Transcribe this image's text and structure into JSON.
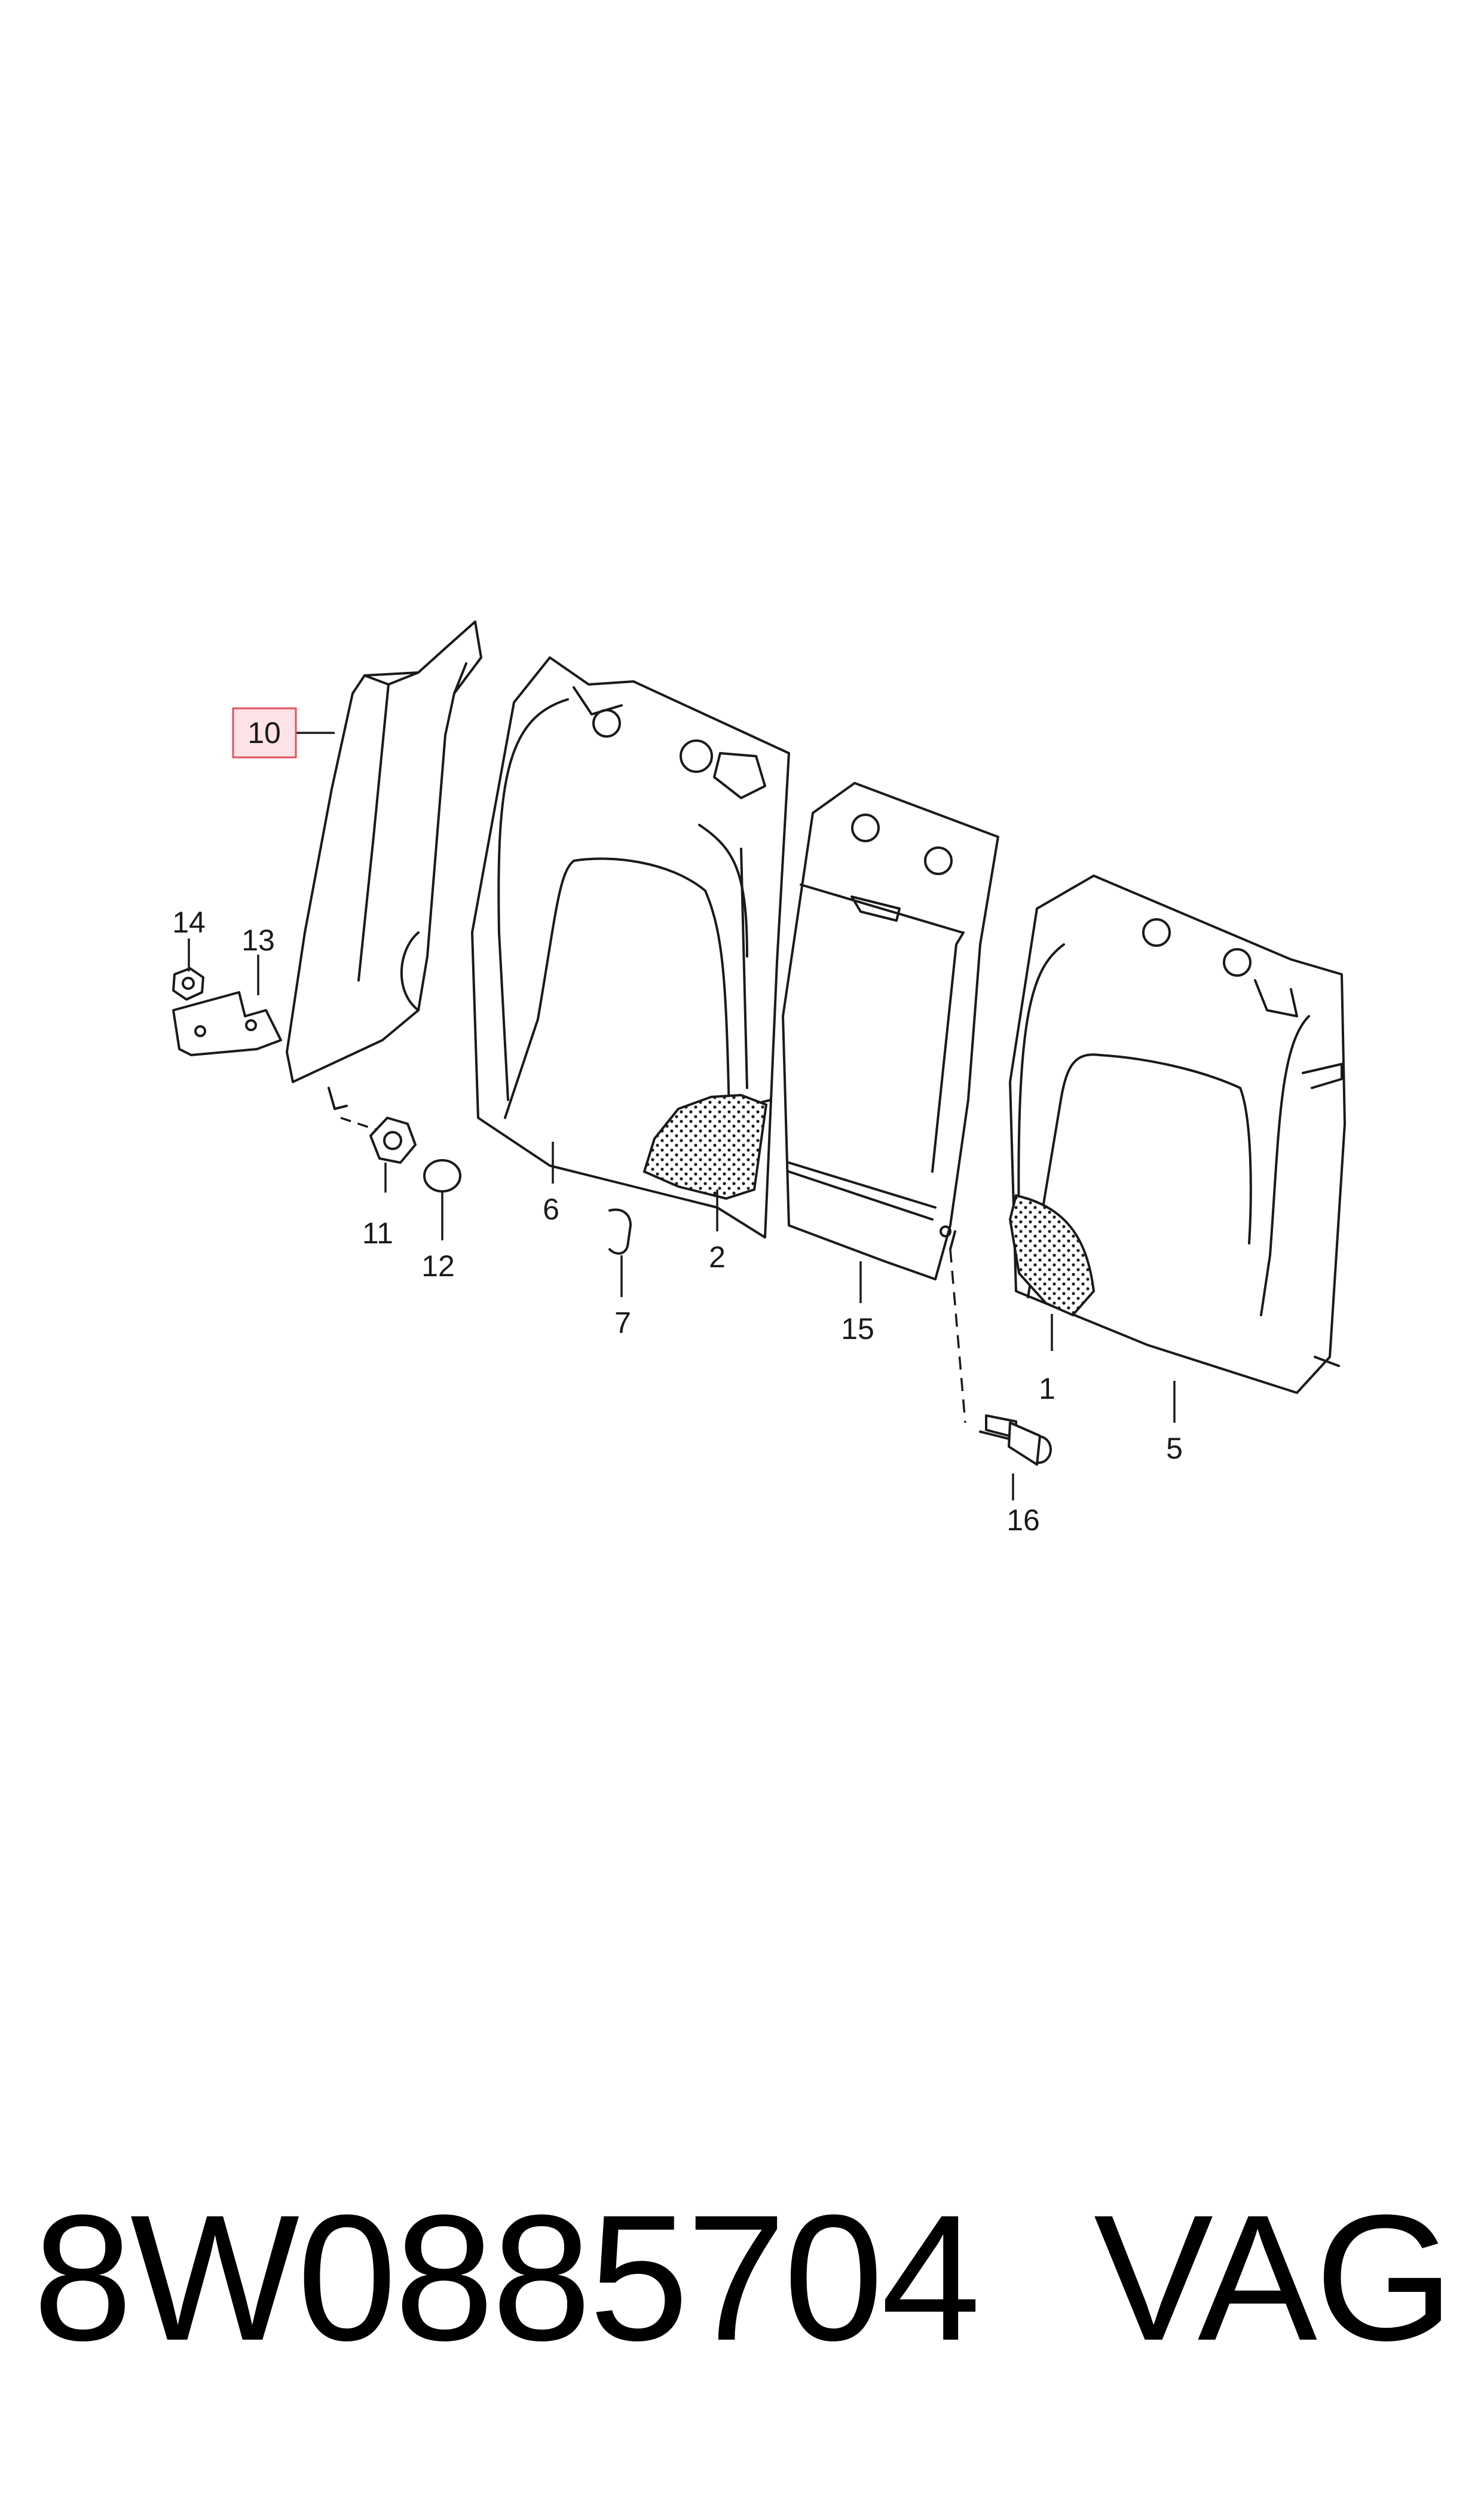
{
  "highlight_color": "#e0505e",
  "callouts": {
    "c1": "1",
    "c2": "2",
    "c5": "5",
    "c6": "6",
    "c7": "7",
    "c10": "10",
    "c11": "11",
    "c12": "12",
    "c13": "13",
    "c14": "14",
    "c15": "15",
    "c16": "16"
  },
  "caption": {
    "part_number": "8W0885704",
    "brand": "VAG"
  }
}
